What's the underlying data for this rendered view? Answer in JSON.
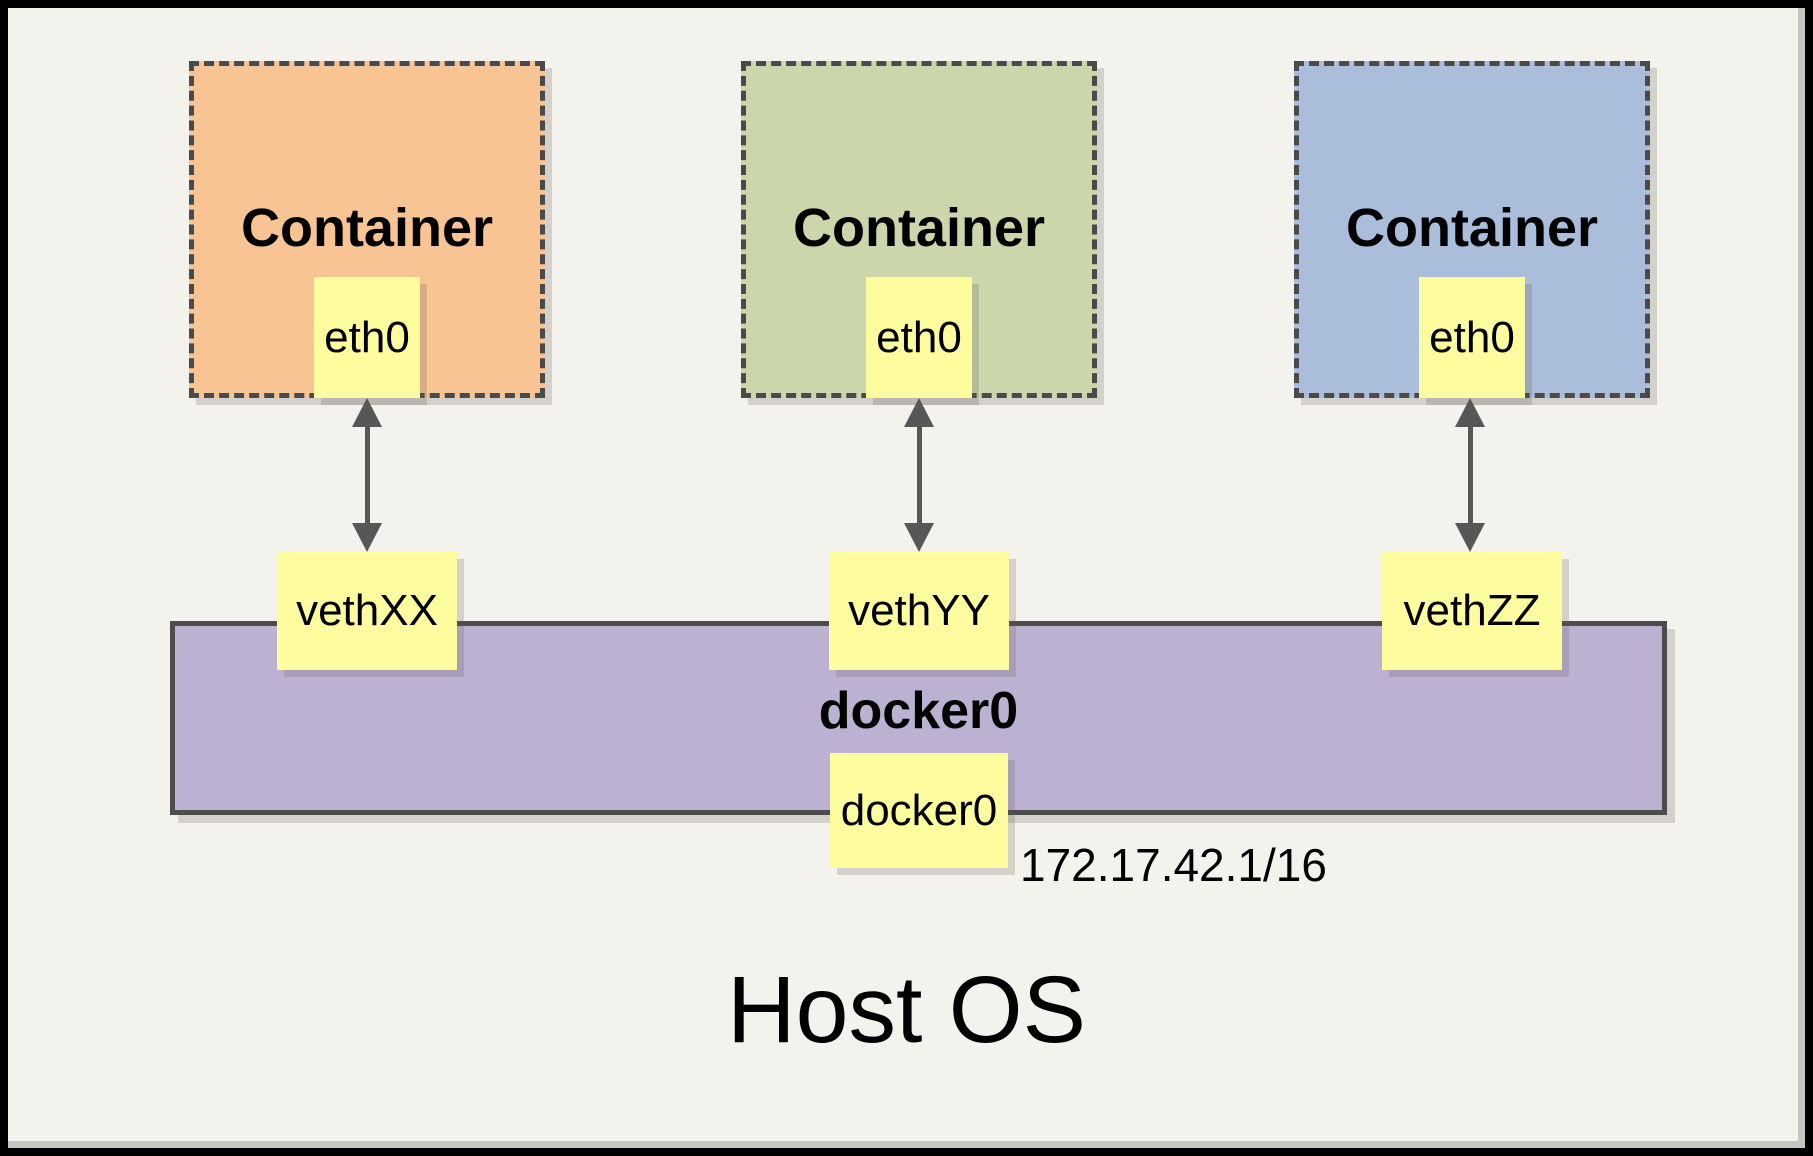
{
  "containers": [
    {
      "label": "Container",
      "iface": "eth0",
      "veth": "vethXX",
      "fill": "#F8C494"
    },
    {
      "label": "Container",
      "iface": "eth0",
      "veth": "vethYY",
      "fill": "#CBD7AB"
    },
    {
      "label": "Container",
      "iface": "eth0",
      "veth": "vethZZ",
      "fill": "#AABDDB"
    }
  ],
  "bridge": {
    "label": "docker0",
    "iface": "docker0",
    "ip": "172.17.42.1/16",
    "fill": "#BDB1D2"
  },
  "host": {
    "label": "Host OS"
  },
  "colors": {
    "background": "#F4F2EC",
    "note_yellow": "#FDFD9F",
    "dash_border": "#4A4A4A",
    "arrow_gray": "#575757",
    "frame_black": "#000000"
  }
}
